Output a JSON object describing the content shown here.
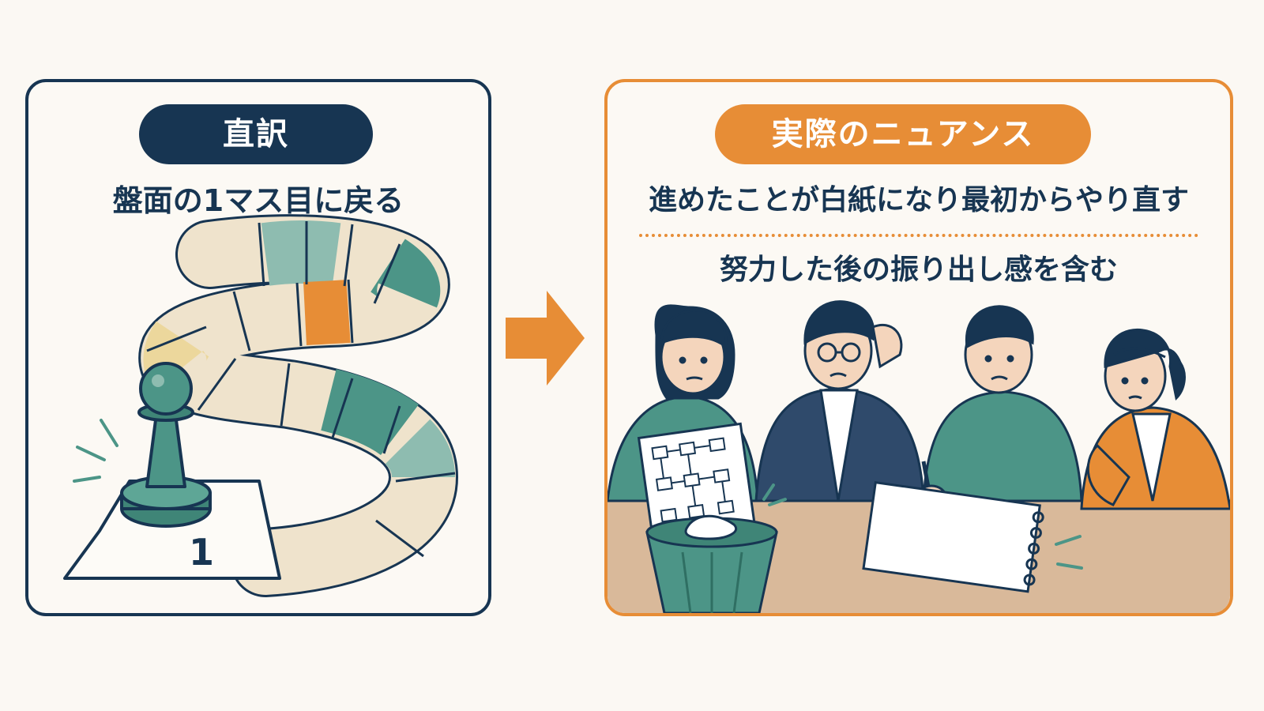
{
  "left_panel": {
    "badge": "直訳",
    "caption": "盤面の1マス目に戻る",
    "start_square_number": "1"
  },
  "right_panel": {
    "badge": "実際のニュアンス",
    "caption_line_1": "進めたことが白紙になり最初からやり直す",
    "caption_line_2": "努力した後の振り出し感を含む"
  },
  "colors": {
    "navy": "#173552",
    "orange": "#e78d36",
    "teal": "#4c9587",
    "background": "#fbf8f3"
  }
}
